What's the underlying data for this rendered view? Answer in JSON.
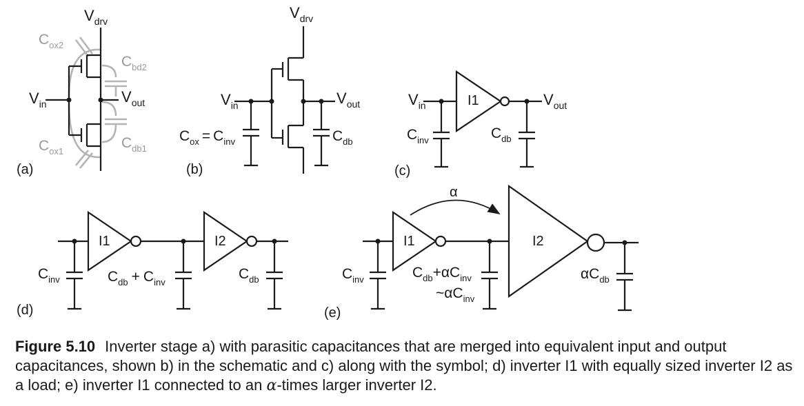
{
  "panels": {
    "a": {
      "tag": "(a)",
      "v_main": "V",
      "v_drv_sub": "drv",
      "v_in_sub": "in",
      "v_out_sub": "out",
      "c_main": "C",
      "cox2_sub": "ox2",
      "cbd2_sub": "bd2",
      "cox1_sub": "ox1",
      "cdb1_sub": "db1"
    },
    "b": {
      "tag": "(b)",
      "v_main": "V",
      "v_drv_sub": "drv",
      "v_in_sub": "in",
      "v_out_sub": "out",
      "c_main": "C",
      "cox_sub": "ox",
      "eq": "=",
      "cinv_sub": "inv",
      "cdb_sub": "db"
    },
    "c": {
      "tag": "(c)",
      "v_main": "V",
      "v_in_sub": "in",
      "v_out_sub": "out",
      "i1": "I1",
      "c_main": "C",
      "cinv_sub": "inv",
      "cdb_sub": "db"
    },
    "d": {
      "tag": "(d)",
      "i1": "I1",
      "i2": "I2",
      "c_main": "C",
      "cinv_sub": "inv",
      "cdb_sub": "db",
      "plus": "+"
    },
    "e": {
      "tag": "(e)",
      "alpha": "α",
      "i1": "I1",
      "i2": "I2",
      "c_main": "C",
      "cinv_sub": "inv",
      "cdb_sub": "db",
      "sum_mid": "+αC",
      "approx": "~αC",
      "alpha_c": "αC"
    }
  },
  "caption": {
    "label": "Figure 5.10",
    "text_1": "Inverter stage a) with parasitic capacitances that are merged into equivalent input and output capacitances, shown b) in the schematic and c) along with the symbol; d) inverter I1 with equally sized inverter I2 as a load; e) inverter I1 connected to an ",
    "alpha": "α",
    "text_2": "-times larger inverter I2."
  }
}
